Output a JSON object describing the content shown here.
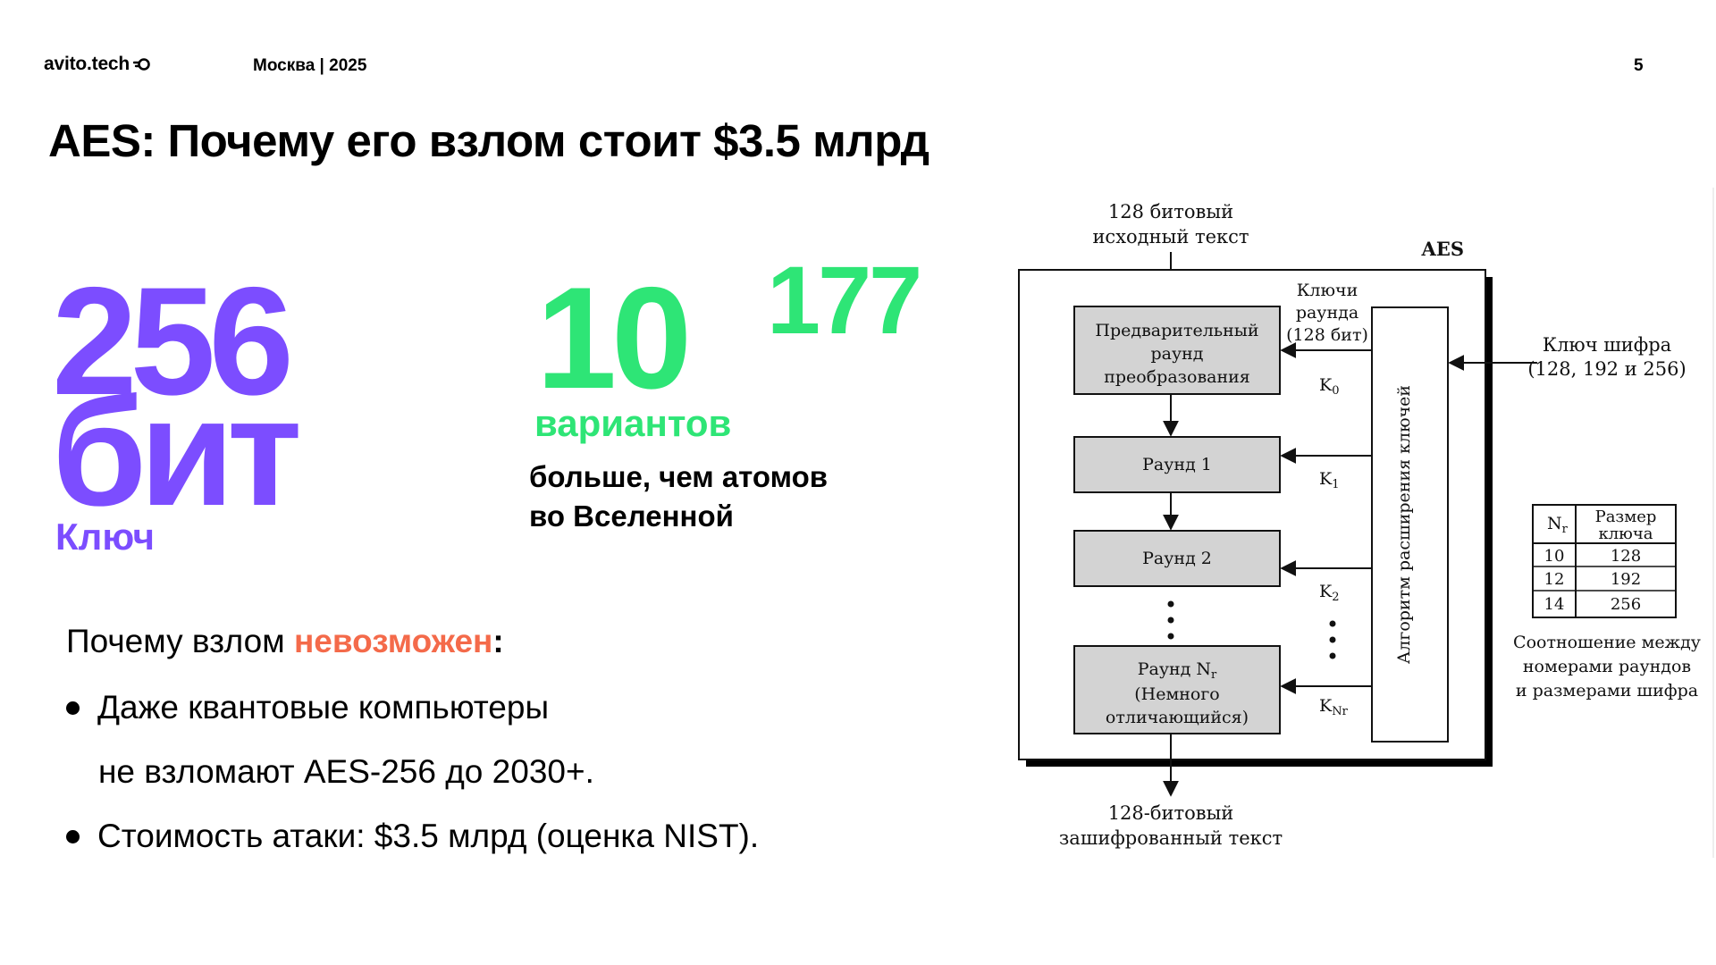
{
  "header": {
    "logo": "avito.tech",
    "location": "Москва | 2025",
    "page_number": "5"
  },
  "title": "AES: Почему его взлом стоит $3.5 млрд",
  "stat_key": {
    "value": "256",
    "unit": "бит",
    "label": "Ключ",
    "color": "#7c4dff"
  },
  "stat_variants": {
    "base": "10",
    "exponent": "177",
    "label": "вариантов",
    "line1": "больше, чем атомов",
    "line2": "во Вселенной",
    "color": "#2ee576"
  },
  "why": {
    "prefix": "Почему взлом ",
    "highlight": "невозможен",
    "suffix": ":",
    "highlight_color": "#f46a4a"
  },
  "bullets": {
    "b1_line1": "Даже квантовые компьютеры",
    "b1_line2": "не взломают AES-256 до 2030+.",
    "b2": "Стоимость атаки: $3.5 млрд (оценка NIST)."
  },
  "diagram": {
    "input_line1": "128 битовый",
    "input_line2": "исходный текст",
    "aes_label": "AES",
    "round_keys_line1": "Ключи",
    "round_keys_line2": "раунда",
    "round_keys_line3": "(128 бит)",
    "cipher_key_line1": "Ключ шифра",
    "cipher_key_line2": "(128, 192 и 256)",
    "pre_round_line1": "Предварительный",
    "pre_round_line2": "раунд",
    "pre_round_line3": "преобразования",
    "round1": "Раунд 1",
    "round2": "Раунд 2",
    "round_last_line1": "Раунд N",
    "round_last_sub": "r",
    "round_last_line2": "(Немного",
    "round_last_line3": "отличающийся)",
    "key_expansion": "Алгоритм расширения ключей",
    "k0": "K",
    "k0_sub": "0",
    "k1": "K",
    "k1_sub": "1",
    "k2": "K",
    "k2_sub": "2",
    "knr": "K",
    "knr_sub": "Nr",
    "output_line1": "128-битовый",
    "output_line2": "зашифрованный текст",
    "table": {
      "col1": "N",
      "col1_sub": "r",
      "col2_line1": "Размер",
      "col2_line2": "ключа",
      "rows": [
        [
          "10",
          "128"
        ],
        [
          "12",
          "192"
        ],
        [
          "14",
          "256"
        ]
      ]
    },
    "caption_line1": "Соотношение между",
    "caption_line2": "номерами раундов",
    "caption_line3": "и размерами шифра"
  }
}
